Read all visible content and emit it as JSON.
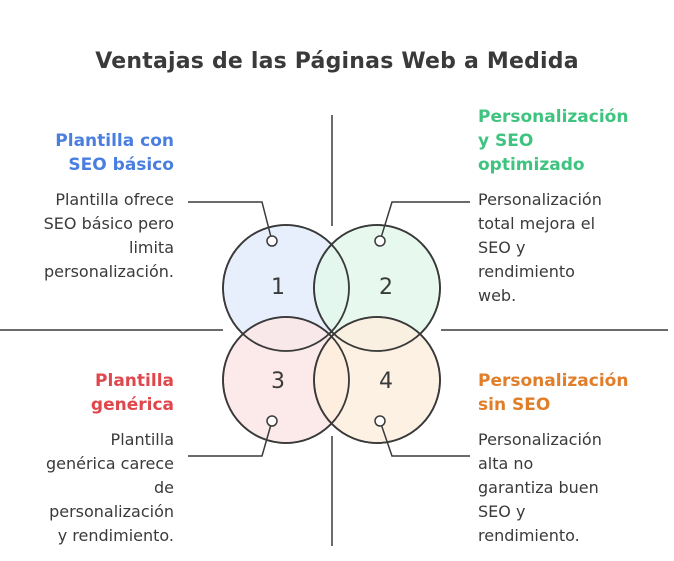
{
  "title": "Ventajas de las Páginas Web a Medida",
  "colors": {
    "blue": "#4a7fe0",
    "green": "#3fc47f",
    "red": "#e0474c",
    "orange": "#e07e2a",
    "line": "#3a3a3a"
  },
  "quadrants": [
    {
      "number": "1",
      "heading": "Plantilla con\nSEO básico",
      "description": "Plantilla ofrece\nSEO básico pero\nlimita\npersonalización."
    },
    {
      "number": "2",
      "heading": "Personalización\ny SEO\noptimizado",
      "description": "Personalización\ntotal mejora el\nSEO y\nrendimiento\nweb."
    },
    {
      "number": "3",
      "heading": "Plantilla\ngenérica",
      "description": "Plantilla\ngenérica carece\nde\npersonalización\ny rendimiento."
    },
    {
      "number": "4",
      "heading": "Personalización\nsin SEO",
      "description": "Personalización\nalta no\ngarantiza buen\nSEO y\nrendimiento."
    }
  ]
}
